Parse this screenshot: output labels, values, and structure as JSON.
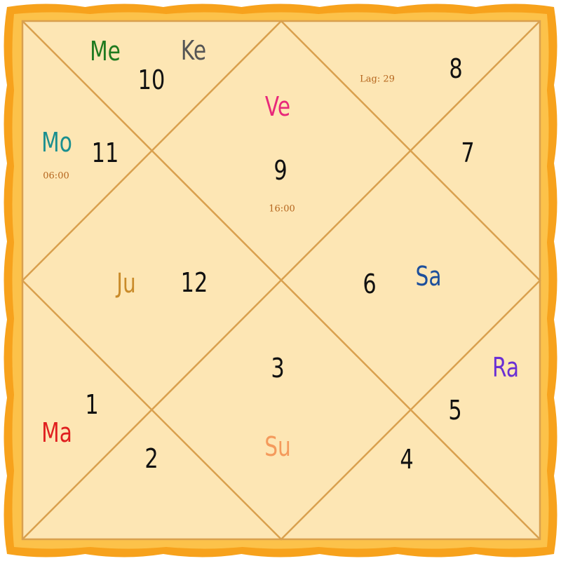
{
  "colors": {
    "border_outer": "#f7a21c",
    "border_inner": "#fcc24a",
    "fill": "#fde6b4",
    "lines": "#d9a04e"
  },
  "houses": [
    {
      "number": "10",
      "planets": [
        "Me",
        "Ke"
      ]
    },
    {
      "number": "11",
      "planets": [
        "Mo"
      ],
      "time": "06:00"
    },
    {
      "number": "9",
      "planets": [
        "Ve"
      ],
      "time": "16:00"
    },
    {
      "number": "8",
      "planets": [],
      "note": "Lag: 29"
    },
    {
      "number": "7",
      "planets": []
    },
    {
      "number": "12",
      "planets": [
        "Ju"
      ]
    },
    {
      "number": "6",
      "planets": [
        "Sa"
      ]
    },
    {
      "number": "3",
      "planets": []
    },
    {
      "number": "5",
      "planets": [
        "Ra"
      ]
    },
    {
      "number": "1",
      "planets": [
        "Ma"
      ]
    },
    {
      "number": "2",
      "planets": []
    },
    {
      "number": "4",
      "planets": [
        "Su"
      ]
    }
  ],
  "planet_colors": {
    "Me": "#1f7a1f",
    "Ke": "#555555",
    "Mo": "#1a8f8f",
    "Ve": "#e8287a",
    "Ju": "#c98b2a",
    "Sa": "#1d4f9c",
    "Ra": "#6a2fd4",
    "Ma": "#e01f1f",
    "Su": "#f49a5c"
  }
}
